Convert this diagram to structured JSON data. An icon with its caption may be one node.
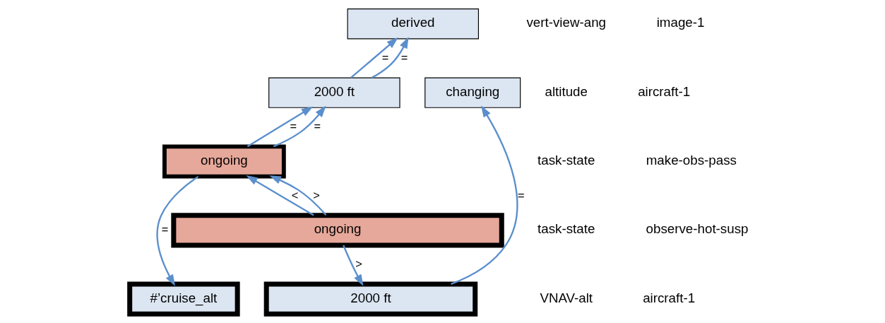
{
  "diagram": {
    "nodes": [
      {
        "text": [
          "derived"
        ]
      },
      {
        "text": [
          "changing"
        ]
      },
      {
        "text": [
          "2000 ft"
        ]
      },
      {
        "text": [
          "ongoing"
        ]
      },
      {
        "text": [
          "ongoing"
        ]
      },
      {
        "text": [
          "2000 ft"
        ]
      },
      {
        "text": [
          "#’cruise_alt"
        ]
      }
    ],
    "edges": [
      {
        "from": 2,
        "to": 0,
        "arrow": "to",
        "label": "="
      },
      {
        "from": 2,
        "to": 0,
        "arrow": "to",
        "label": "="
      },
      {
        "from": 3,
        "to": 2,
        "arrow": "to",
        "label": "="
      },
      {
        "from": 3,
        "to": 2,
        "arrow": "to",
        "label": "="
      },
      {
        "from": 5,
        "to": 1,
        "arrow": "to",
        "label": "="
      },
      {
        "from": 4,
        "to": 3,
        "arrow": "to",
        "label": "<"
      },
      {
        "from": 4,
        "to": 3,
        "arrow": "to",
        "label": ">"
      },
      {
        "from": 4,
        "to": 5,
        "arrow": "to",
        "label": ">"
      },
      {
        "from": 3,
        "to": 6,
        "arrow": "to",
        "label": "="
      }
    ],
    "labels": [
      "vert-view-ang",
      "image-1",
      "altitude",
      "aircraft-1",
      "task-state",
      "make-obs-pass",
      "task-state",
      "observe-hot-susp",
      "VNAV-alt",
      "aircraft-1"
    ]
  }
}
